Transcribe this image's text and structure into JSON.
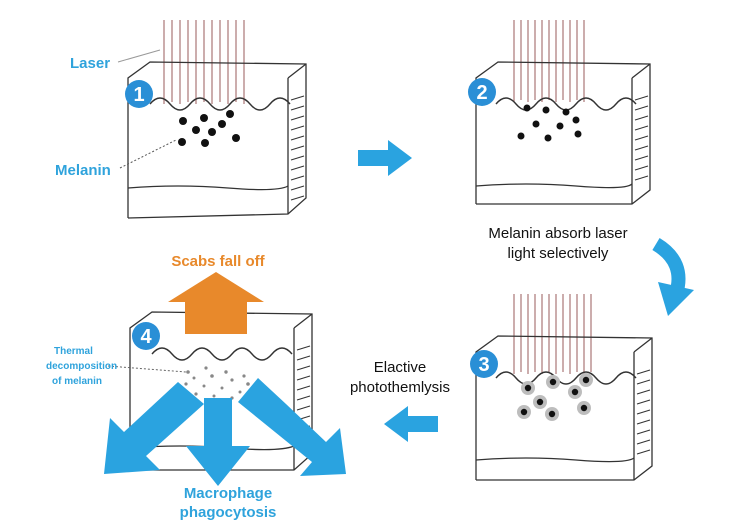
{
  "labels": {
    "laser": "Laser",
    "melanin": "Melanin",
    "absorb_line1": "Melanin absorb laser",
    "absorb_line2": "light selectively",
    "elactive_line1": "Elactive",
    "elactive_line2": "photothemlysis",
    "scabs": "Scabs fall off",
    "thermal_line1": "Thermal",
    "thermal_line2": "decomposition",
    "thermal_line3": "of melanin",
    "macro_line1": "Macrophage",
    "macro_line2": "phagocytosis"
  },
  "steps": [
    {
      "number": "1"
    },
    {
      "number": "2"
    },
    {
      "number": "3"
    },
    {
      "number": "4"
    }
  ],
  "colors": {
    "badge": "#2a8fd6",
    "arrow_blue": "#2aa3e0",
    "arrow_orange": "#e8892b",
    "label_blue": "#2fa3dc"
  }
}
